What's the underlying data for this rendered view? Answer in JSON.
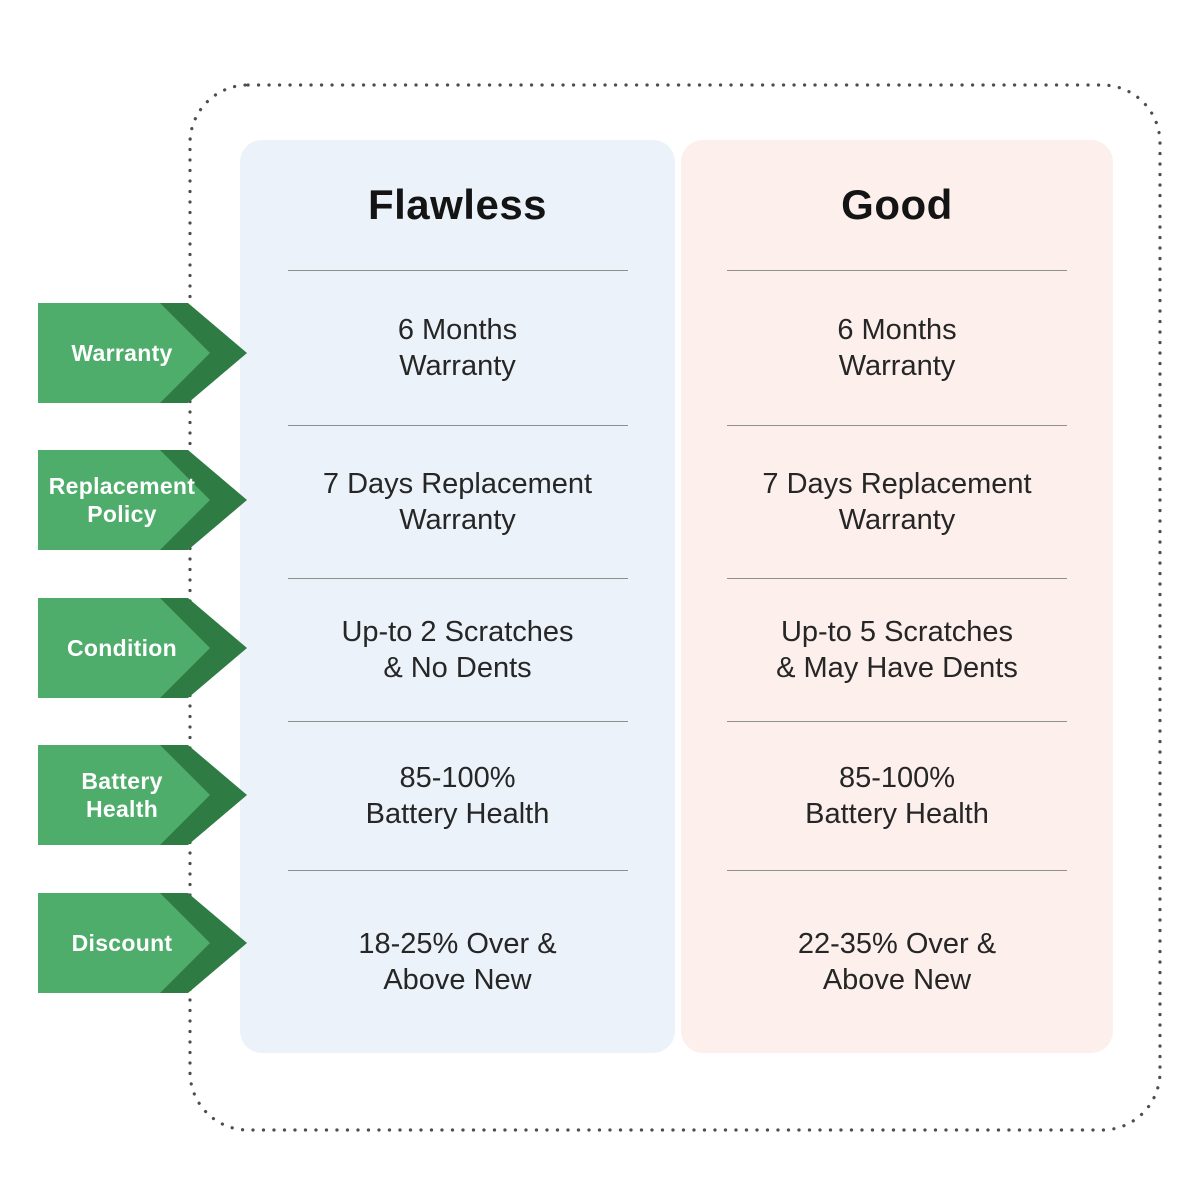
{
  "colors": {
    "arrow_light_green": "#4FAD6C",
    "arrow_dark_green": "#2E7B43",
    "flawless_column_bg": "#EBF2F9",
    "good_column_bg": "#FCEFEC",
    "divider_gray": "#8f8f8f",
    "dotted_border_gray": "#4d4d4d",
    "heading_text": "#141414",
    "cell_text": "#262626",
    "arrow_label_text": "#ffffff"
  },
  "row_labels": [
    {
      "label": "Warranty"
    },
    {
      "label": "Replacement\nPolicy"
    },
    {
      "label": "Condition"
    },
    {
      "label": "Battery\nHealth"
    },
    {
      "label": "Discount"
    }
  ],
  "columns": [
    {
      "header": "Flawless",
      "rows": [
        {
          "text": "6 Months\nWarranty"
        },
        {
          "text": "7 Days Replacement\nWarranty"
        },
        {
          "text": "Up-to 2 Scratches\n& No Dents"
        },
        {
          "text": "85-100%\nBattery Health"
        },
        {
          "text": "18-25% Over &\nAbove New"
        }
      ]
    },
    {
      "header": "Good",
      "rows": [
        {
          "text": "6 Months\nWarranty"
        },
        {
          "text": "7 Days Replacement\nWarranty"
        },
        {
          "text": "Up-to 5 Scratches\n& May Have Dents"
        },
        {
          "text": "85-100%\nBattery Health"
        },
        {
          "text": "22-35% Over &\nAbove New"
        }
      ]
    }
  ]
}
